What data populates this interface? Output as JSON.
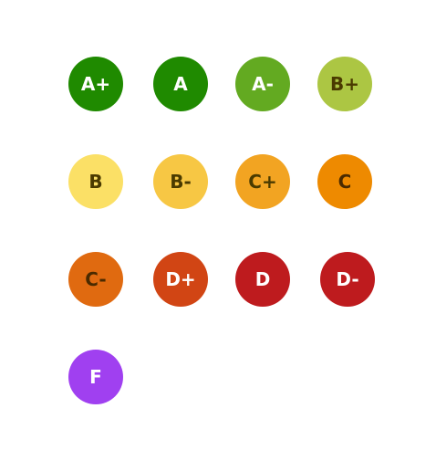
{
  "grades": [
    {
      "label": "A+",
      "color": "#1f8a00",
      "text_color": "#ffffff"
    },
    {
      "label": "A",
      "color": "#1f8a00",
      "text_color": "#ffffff"
    },
    {
      "label": "A-",
      "color": "#63aa21",
      "text_color": "#ffffff"
    },
    {
      "label": "B+",
      "color": "#acc643",
      "text_color": "#4a3a00"
    },
    {
      "label": "B",
      "color": "#fbe066",
      "text_color": "#4a3a00"
    },
    {
      "label": "B-",
      "color": "#f7c744",
      "text_color": "#4a3a00"
    },
    {
      "label": "C+",
      "color": "#f2a422",
      "text_color": "#4a3a00"
    },
    {
      "label": "C",
      "color": "#ee8a00",
      "text_color": "#4a2a00"
    },
    {
      "label": "C-",
      "color": "#e06a10",
      "text_color": "#4a2a00"
    },
    {
      "label": "D+",
      "color": "#d14514",
      "text_color": "#ffffff"
    },
    {
      "label": "D",
      "color": "#be1b1e",
      "text_color": "#ffffff"
    },
    {
      "label": "D-",
      "color": "#be1b1e",
      "text_color": "#ffffff"
    },
    {
      "label": "F",
      "color": "#a040f0",
      "text_color": "#ffffff"
    }
  ]
}
